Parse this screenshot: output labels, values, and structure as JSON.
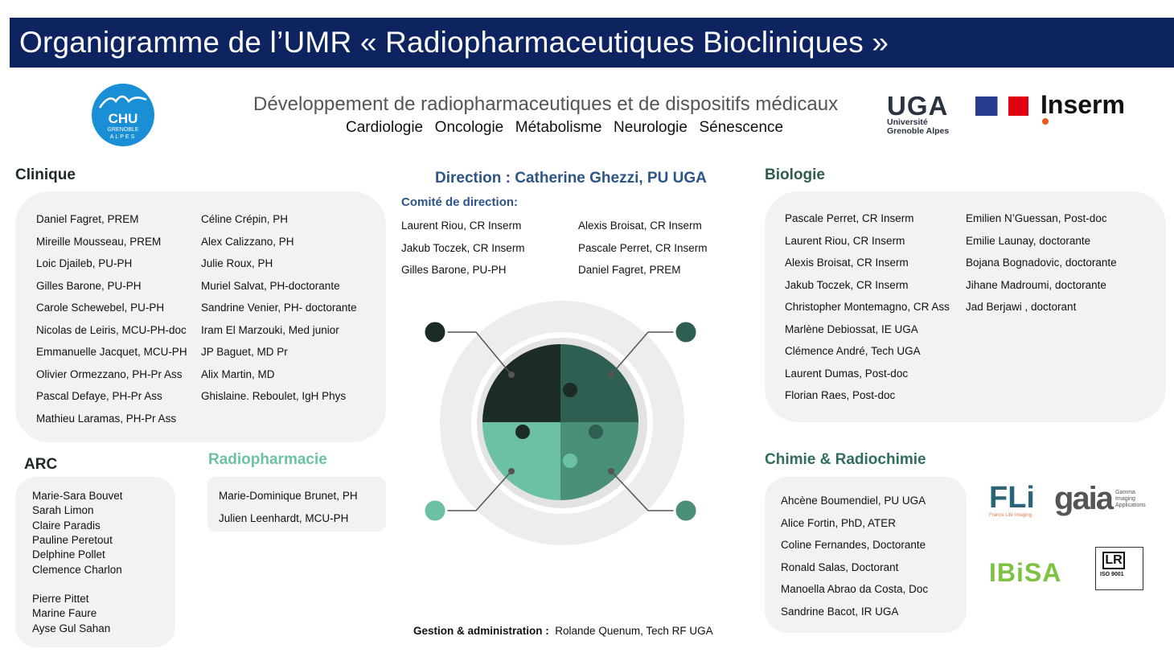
{
  "title": "Organigramme de l’UMR «  Radiopharmaceutiques Biocliniques »",
  "subtitle": "Développement de radiopharmaceutiques et de dispositifs médicaux",
  "themes": "Cardiologie  Oncologie  Métabolisme  Neurologie  Sénescence",
  "logos": {
    "chu": {
      "main": "CHU",
      "sub1": "GRENOBLE",
      "sub2": "ALPES"
    },
    "uga": {
      "main": "UGA",
      "sub1": "Université",
      "sub2": "Grenoble Alpes"
    },
    "inserm": "Inserm",
    "fli": {
      "main": "FLi",
      "sub": "France Life Imaging"
    },
    "gaia": {
      "main": "gaia",
      "sub1": "Gamma",
      "sub2": "Imaging",
      "sub3": "Applications"
    },
    "ibisa": "IBiSA",
    "iso": {
      "main": "LR",
      "sub": "ISO 9001"
    }
  },
  "colors": {
    "navy": "#0e2461",
    "direction": "#2e5587",
    "bio": "#2f5e50",
    "radiopharma": "#6cc3a4",
    "panel": "#f1f2f1"
  },
  "clinique": {
    "heading": "Clinique",
    "col1": [
      "Daniel Fagret, PREM",
      "Mireille Mousseau, PREM",
      "Loic Djaileb, PU-PH",
      "Gilles Barone, PU-PH",
      "Carole Schewebel, PU-PH",
      "Nicolas de Leiris, MCU-PH-doc",
      "Emmanuelle Jacquet, MCU-PH",
      "Olivier Ormezzano, PH-Pr Ass",
      "Pascal Defaye, PH-Pr Ass",
      "Mathieu Laramas, PH-Pr Ass"
    ],
    "col2": [
      "Céline Crépin, PH",
      "Alex Calizzano, PH",
      "Julie Roux, PH",
      "Muriel Salvat, PH-doctorante",
      "Sandrine Venier, PH- doctorante",
      "Iram El Marzouki, Med junior",
      "JP Baguet, MD Pr",
      "Alix Martin, MD",
      "Ghislaine. Reboulet, IgH Phys"
    ]
  },
  "arc": {
    "heading": "ARC",
    "group1": [
      "Marie-Sara Bouvet",
      "Sarah Limon",
      "Claire Paradis",
      "Pauline Peretout",
      "Delphine Pollet",
      "Clemence Charlon"
    ],
    "group2": [
      "Pierre Pittet",
      "Marine Faure",
      "Ayse Gul Sahan"
    ]
  },
  "radiopharmacie": {
    "heading": "Radiopharmacie",
    "items": [
      "Marie-Dominique Brunet, PH",
      "Julien Leenhardt, MCU-PH"
    ]
  },
  "direction": {
    "heading": "Direction : Catherine Ghezzi, PU UGA",
    "committee_label": "Comité de direction:",
    "col1": [
      "Laurent Riou, CR Inserm",
      "Jakub Toczek, CR Inserm",
      "Gilles Barone, PU-PH"
    ],
    "col2": [
      "Alexis Broisat, CR Inserm",
      "Pascale Perret, CR Inserm",
      "Daniel Fagret, PREM"
    ]
  },
  "gestion": {
    "label": "Gestion & administration :",
    "value": "Rolande Quenum, Tech RF UGA"
  },
  "biologie": {
    "heading": "Biologie",
    "col1": [
      "Pascale Perret, CR Inserm",
      "Laurent Riou, CR Inserm",
      "Alexis Broisat, CR Inserm",
      "Jakub Toczek, CR Inserm",
      "Christopher Montemagno, CR Ass",
      "Marlène Debiossat, IE UGA",
      "Clémence André, Tech UGA",
      "Laurent Dumas, Post-doc",
      "Florian Raes, Post-doc"
    ],
    "col2": [
      "Emilien N’Guessan, Post-doc",
      "Emilie Launay, doctorante",
      "Bojana Bognadovic, doctorante",
      "Jihane Madroumi, doctorante",
      "Jad Berjawi , doctorant"
    ]
  },
  "chimie": {
    "heading": "Chimie & Radiochimie",
    "items": [
      "Ahcène Boumendiel, PU UGA",
      "Alice Fortin, PhD, ATER",
      "Coline Fernandes, Doctorante",
      "Ronald Salas, Doctorant",
      "Manoella Abrao da Costa, Doc",
      "Sandrine Bacot, IR UGA"
    ]
  }
}
